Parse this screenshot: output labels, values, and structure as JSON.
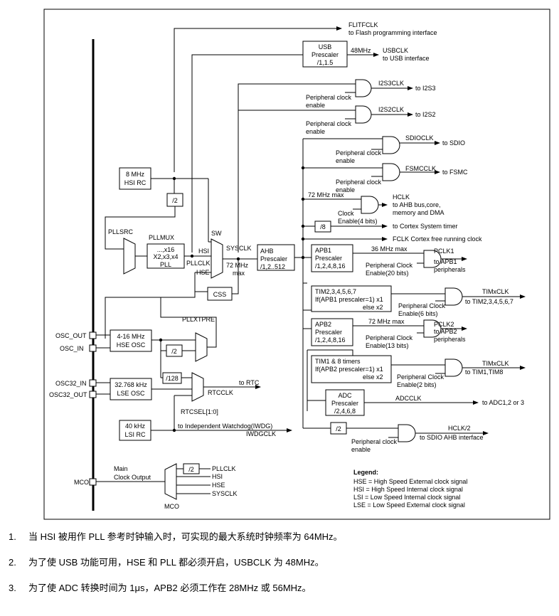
{
  "flitfclk": {
    "name": "FLITFCLK",
    "dest": "to Flash programming interface"
  },
  "usb": {
    "box": [
      "USB",
      "Prescaler",
      "/1,1.5"
    ],
    "freq": "48MHz",
    "name": "USBCLK",
    "dest": "to USB interface"
  },
  "i2s3": {
    "name": "I2S3CLK",
    "dest": "to I2S3",
    "enable": [
      "Peripheral clock",
      "enable"
    ]
  },
  "i2s2": {
    "name": "I2S2CLK",
    "dest": "to I2S2",
    "enable": [
      "Peripheral clock",
      "enable"
    ]
  },
  "sdio": {
    "name": "SDIOCLK",
    "dest": "to SDIO",
    "enable": [
      "Peripheral clock",
      "enable"
    ]
  },
  "fsmc": {
    "name": "FSMCCLK",
    "dest": "to FSMC",
    "enable": [
      "Peripheral clock",
      "enable"
    ]
  },
  "hsi_rc": [
    "8 MHz",
    "HSI RC"
  ],
  "div2": "/2",
  "div8": "/8",
  "div128": "/128",
  "hclk": {
    "max": "72 MHz max",
    "name": "HCLK",
    "dest": [
      "to AHB bus,core,",
      "memory and DMA"
    ],
    "enable": [
      "Clock",
      "Enable(4 bits)"
    ]
  },
  "cortex_timer": "to Cortex System timer",
  "fclk": "FCLK Cortex free running clock",
  "pllsrc": "PLLSRC",
  "pllmux": "PLLMUX",
  "pll": [
    "...,x16",
    "X2,x3,x4",
    "PLL"
  ],
  "sw": "SW",
  "sysclk": "SYSCLK",
  "hsi": "HSI",
  "pllclk": "PLLCLK",
  "hse": "HSE",
  "sys_max": [
    "72 MHz",
    "max"
  ],
  "ahb": [
    "AHB",
    "Prescaler",
    "/1,2..512"
  ],
  "apb1": {
    "box": [
      "APB1",
      "Prescaler",
      "/1,2,4,8,16"
    ],
    "max": "36 MHz max",
    "name": "PCLK1",
    "dest": [
      "to APB1",
      "peripherals"
    ],
    "enable": [
      "Peripheral Clock",
      "Enable(20 bits)"
    ]
  },
  "css": "CSS",
  "tim2": {
    "box": [
      "TIM2,3,4,5,6,7",
      "If(APB1 prescaler=1) x1",
      "else x2"
    ],
    "name": "TIMxCLK",
    "dest": "to TIM2,3,4,5,6,7",
    "enable": [
      "Peripheral Clock",
      "Enable(6 bits)"
    ]
  },
  "pllxtpre": "PLLXTPRE",
  "osc_out": "OSC_OUT",
  "osc_in": "OSC_IN",
  "hse_osc": [
    "4-16 MHz",
    "HSE OSC"
  ],
  "apb2": {
    "box": [
      "APB2",
      "Prescaler",
      "/1,2,4,8,16"
    ],
    "max": "72 MHz max",
    "name": "PCLK2",
    "dest": [
      "to APB2",
      "peripherals"
    ],
    "enable": [
      "Peripheral Clock",
      "Enable(13 bits)"
    ]
  },
  "tim1": {
    "box": [
      "TIM1 & 8 timers",
      "If(APB2 prescaler=1) x1",
      "else x2"
    ],
    "name": "TIMxCLK",
    "dest": "to TIM1,TIM8",
    "enable": [
      "Peripheral Clock",
      "Enable(2 bits)"
    ]
  },
  "osc32_in": "OSC32_IN",
  "osc32_out": "OSC32_OUT",
  "lse_osc": [
    "32.768 kHz",
    "LSE OSC"
  ],
  "rtcclk": "RTCCLK",
  "to_rtc": "to RTC",
  "rtcsel": "RTCSEL[1:0]",
  "adc": {
    "box": [
      "ADC",
      "Prescaler",
      "/2,4,6,8"
    ],
    "name": "ADCCLK",
    "dest": "to ADC1,2 or 3"
  },
  "lsi_rc": [
    "40 kHz",
    "LSI RC"
  ],
  "iwdg": {
    "dest": "to Independent Watchdog(IWDG)",
    "name": "IWDGCLK"
  },
  "hclk2": {
    "name": "HCLK/2",
    "dest": "to SDIO AHB interface",
    "enable": [
      "Peripheral clock",
      "enable"
    ]
  },
  "mco": {
    "pin": "MCO",
    "main": [
      "Main",
      "Clock Output"
    ],
    "mux": "MCO",
    "inputs": [
      "PLLCLK",
      "HSI",
      "HSE",
      "SYSCLK"
    ],
    "div": "/2"
  },
  "legend": {
    "title": "Legend:",
    "items": [
      "HSE = High Speed External clock signal",
      "HSI  = High Speed Internal clock signal",
      "LSI  = Low Speed Internal clock signal",
      "LSE = Low Speed External clock signal"
    ]
  },
  "notes": [
    {
      "num": "1.",
      "text": "当 HSI 被用作 PLL 参考时钟输入时，可实现的最大系统时钟频率为 64MHz。"
    },
    {
      "num": "2.",
      "text": "为了使 USB 功能可用，HSE 和 PLL 都必须开启，USBCLK 为 48MHz。"
    },
    {
      "num": "3.",
      "text": "为了使 ADC 转换时间为 1μs，APB2 必须工作在 28MHz 或 56MHz。"
    }
  ]
}
